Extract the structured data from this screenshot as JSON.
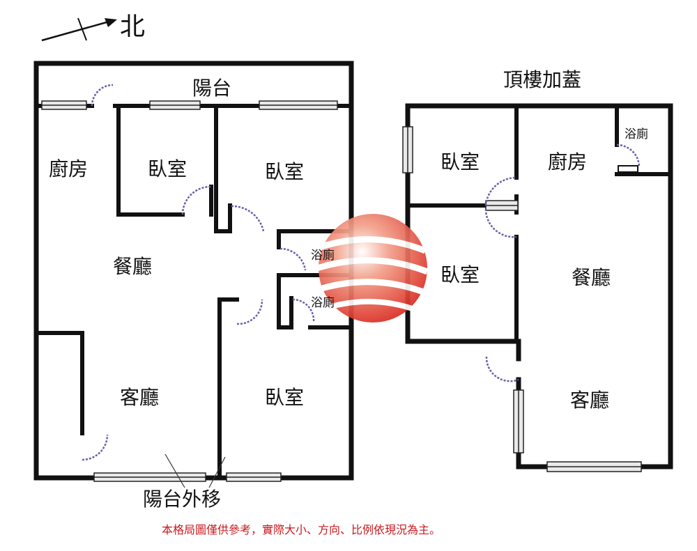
{
  "compass": {
    "label": "北",
    "icon": "north-arrow-icon"
  },
  "floor_main": {
    "rooms": {
      "balcony": "陽台",
      "kitchen": "廚房",
      "bedroom_1": "臥室",
      "bedroom_2": "臥室",
      "dining": "餐廳",
      "bath_1": "浴廁",
      "bath_2": "浴廁",
      "living": "客廳",
      "bedroom_3": "臥室"
    },
    "balcony_moved": "陽台外移"
  },
  "floor_roof": {
    "title": "頂樓加蓋",
    "rooms": {
      "bedroom_1": "臥室",
      "kitchen": "廚房",
      "bath": "浴廁",
      "bedroom_2": "臥室",
      "dining": "餐廳",
      "living": "客廳"
    }
  },
  "disclaimer": "本格局圖僅供參考，實際大小、方向、比例依現況為主。",
  "colors": {
    "wall": "#111111",
    "door": "#6a5fa8",
    "logo": "#d9261c",
    "note": "#c8191e"
  },
  "watermark": {
    "icon": "company-logo-icon"
  }
}
